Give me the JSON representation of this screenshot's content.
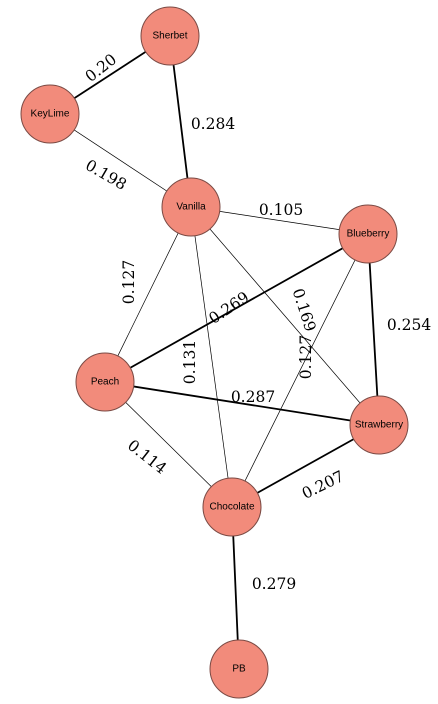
{
  "graph": {
    "node_color": "#f28b7b",
    "node_border_color": "#7a4a44",
    "nodes": [
      {
        "id": "sherbet",
        "label": "Sherbet"
      },
      {
        "id": "keylime",
        "label": "KeyLime"
      },
      {
        "id": "vanilla",
        "label": "Vanilla"
      },
      {
        "id": "blueberry",
        "label": "Blueberry"
      },
      {
        "id": "peach",
        "label": "Peach"
      },
      {
        "id": "strawberry",
        "label": "Strawberry"
      },
      {
        "id": "chocolate",
        "label": "Chocolate"
      },
      {
        "id": "pb",
        "label": "PB"
      }
    ],
    "edges": [
      {
        "source": "sherbet",
        "target": "keylime",
        "weight": "0.20"
      },
      {
        "source": "sherbet",
        "target": "vanilla",
        "weight": "0.284"
      },
      {
        "source": "keylime",
        "target": "vanilla",
        "weight": "0.198"
      },
      {
        "source": "vanilla",
        "target": "blueberry",
        "weight": "0.105"
      },
      {
        "source": "vanilla",
        "target": "peach",
        "weight": "0.127"
      },
      {
        "source": "vanilla",
        "target": "chocolate",
        "weight": "0.131"
      },
      {
        "source": "vanilla",
        "target": "strawberry",
        "weight": "0.169"
      },
      {
        "source": "blueberry",
        "target": "peach",
        "weight": "0.269"
      },
      {
        "source": "blueberry",
        "target": "strawberry",
        "weight": "0.254"
      },
      {
        "source": "blueberry",
        "target": "chocolate",
        "weight": "0.127"
      },
      {
        "source": "peach",
        "target": "strawberry",
        "weight": "0.287"
      },
      {
        "source": "peach",
        "target": "chocolate",
        "weight": "0.114"
      },
      {
        "source": "strawberry",
        "target": "chocolate",
        "weight": "0.207"
      },
      {
        "source": "chocolate",
        "target": "pb",
        "weight": "0.279"
      }
    ]
  }
}
